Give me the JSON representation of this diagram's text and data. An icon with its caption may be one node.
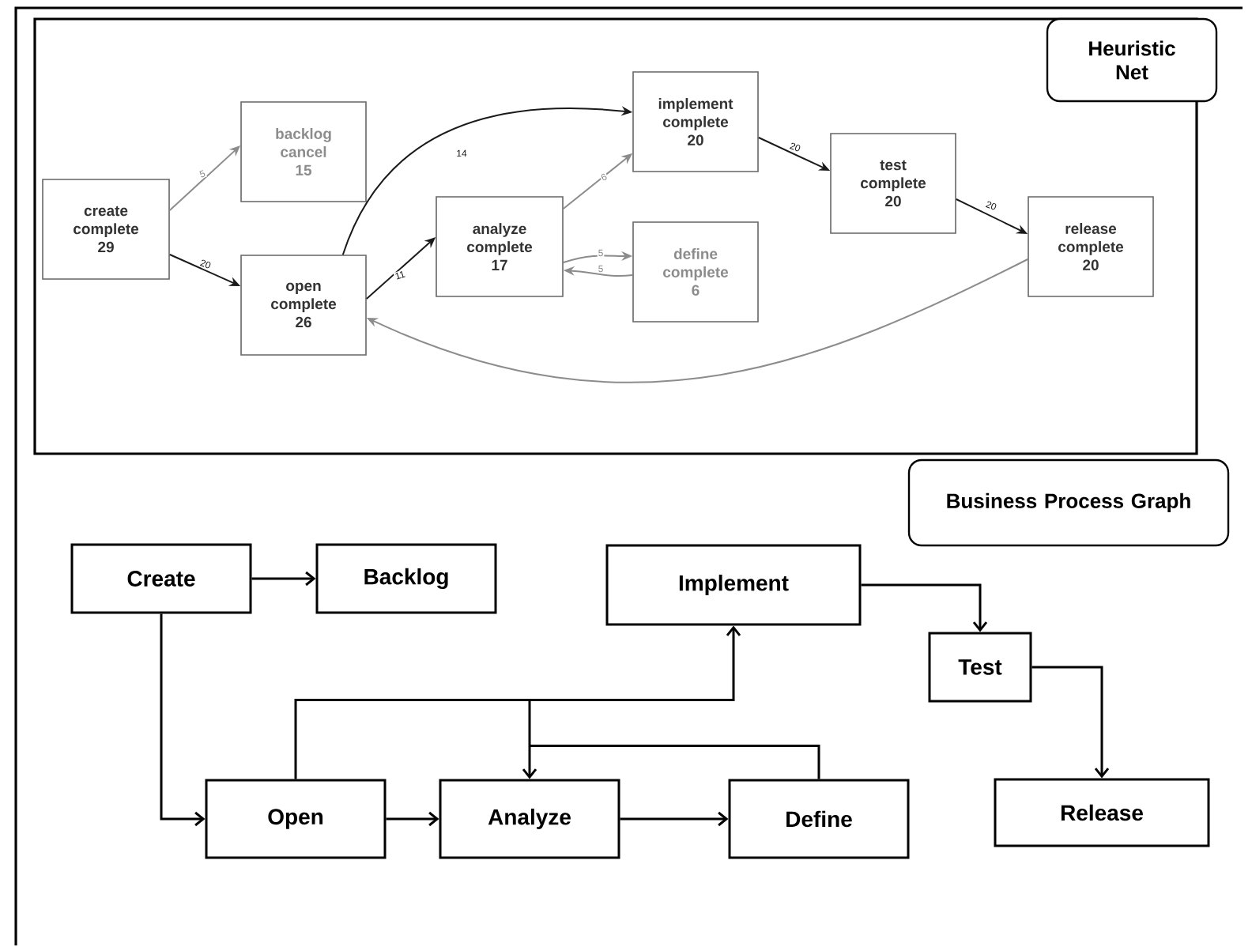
{
  "diagram": {
    "nodes": [
      {
        "text": [
          "Heuristic Net"
        ]
      },
      {
        "text": [
          "create complete",
          "29"
        ]
      },
      {
        "text": [
          "backlog cancel",
          "15"
        ]
      },
      {
        "text": [
          "open complete",
          "26"
        ]
      },
      {
        "text": [
          "analyze complete",
          "17"
        ]
      },
      {
        "text": [
          "implement complete",
          "20"
        ]
      },
      {
        "text": [
          "define complete",
          "6"
        ]
      },
      {
        "text": [
          "test complete",
          "20"
        ]
      },
      {
        "text": [
          "release complete",
          "20"
        ]
      },
      {
        "text": [
          "Business Process Graph"
        ]
      },
      {
        "text": [
          "Create"
        ]
      },
      {
        "text": [
          "Backlog"
        ]
      },
      {
        "text": [
          "Implement"
        ]
      },
      {
        "text": [
          "Test"
        ]
      },
      {
        "text": [
          "Open"
        ]
      },
      {
        "text": [
          "Analyze"
        ]
      },
      {
        "text": [
          "Define"
        ]
      },
      {
        "text": [
          "Release"
        ]
      }
    ],
    "edges": [
      {
        "from": 1,
        "to": 2,
        "arrow": "to",
        "label": "5",
        "color": "#8c8c8c"
      },
      {
        "from": 1,
        "to": 3,
        "arrow": "to",
        "label": "20"
      },
      {
        "from": 3,
        "to": 5,
        "arrow": "to",
        "label": "14"
      },
      {
        "from": 3,
        "to": 4,
        "arrow": "to",
        "label": "11"
      },
      {
        "from": 4,
        "to": 5,
        "arrow": "to",
        "label": "6",
        "color": "#8c8c8c"
      },
      {
        "from": 4,
        "to": 6,
        "arrow": "to",
        "label": "5",
        "color": "#8c8c8c"
      },
      {
        "from": 6,
        "to": 4,
        "arrow": "to",
        "label": "5",
        "color": "#8c8c8c"
      },
      {
        "from": 5,
        "to": 7,
        "arrow": "to",
        "label": "20"
      },
      {
        "from": 7,
        "to": 8,
        "arrow": "to",
        "label": "20"
      },
      {
        "from": 8,
        "to": 3,
        "arrow": "to",
        "color": "#8c8c8c"
      },
      {
        "from": 10,
        "to": 11,
        "arrow": "to"
      },
      {
        "from": 10,
        "to": 14,
        "arrow": "to"
      },
      {
        "from": 14,
        "to": 12,
        "arrow": "to"
      },
      {
        "from": 14,
        "to": 15,
        "arrow": "to"
      },
      {
        "from": 15,
        "to": 16,
        "arrow": "to"
      },
      {
        "from": 16,
        "to": 15,
        "arrow": "to"
      },
      {
        "from": 12,
        "to": 13,
        "arrow": "to"
      },
      {
        "from": 13,
        "to": 17,
        "arrow": "to"
      }
    ]
  }
}
